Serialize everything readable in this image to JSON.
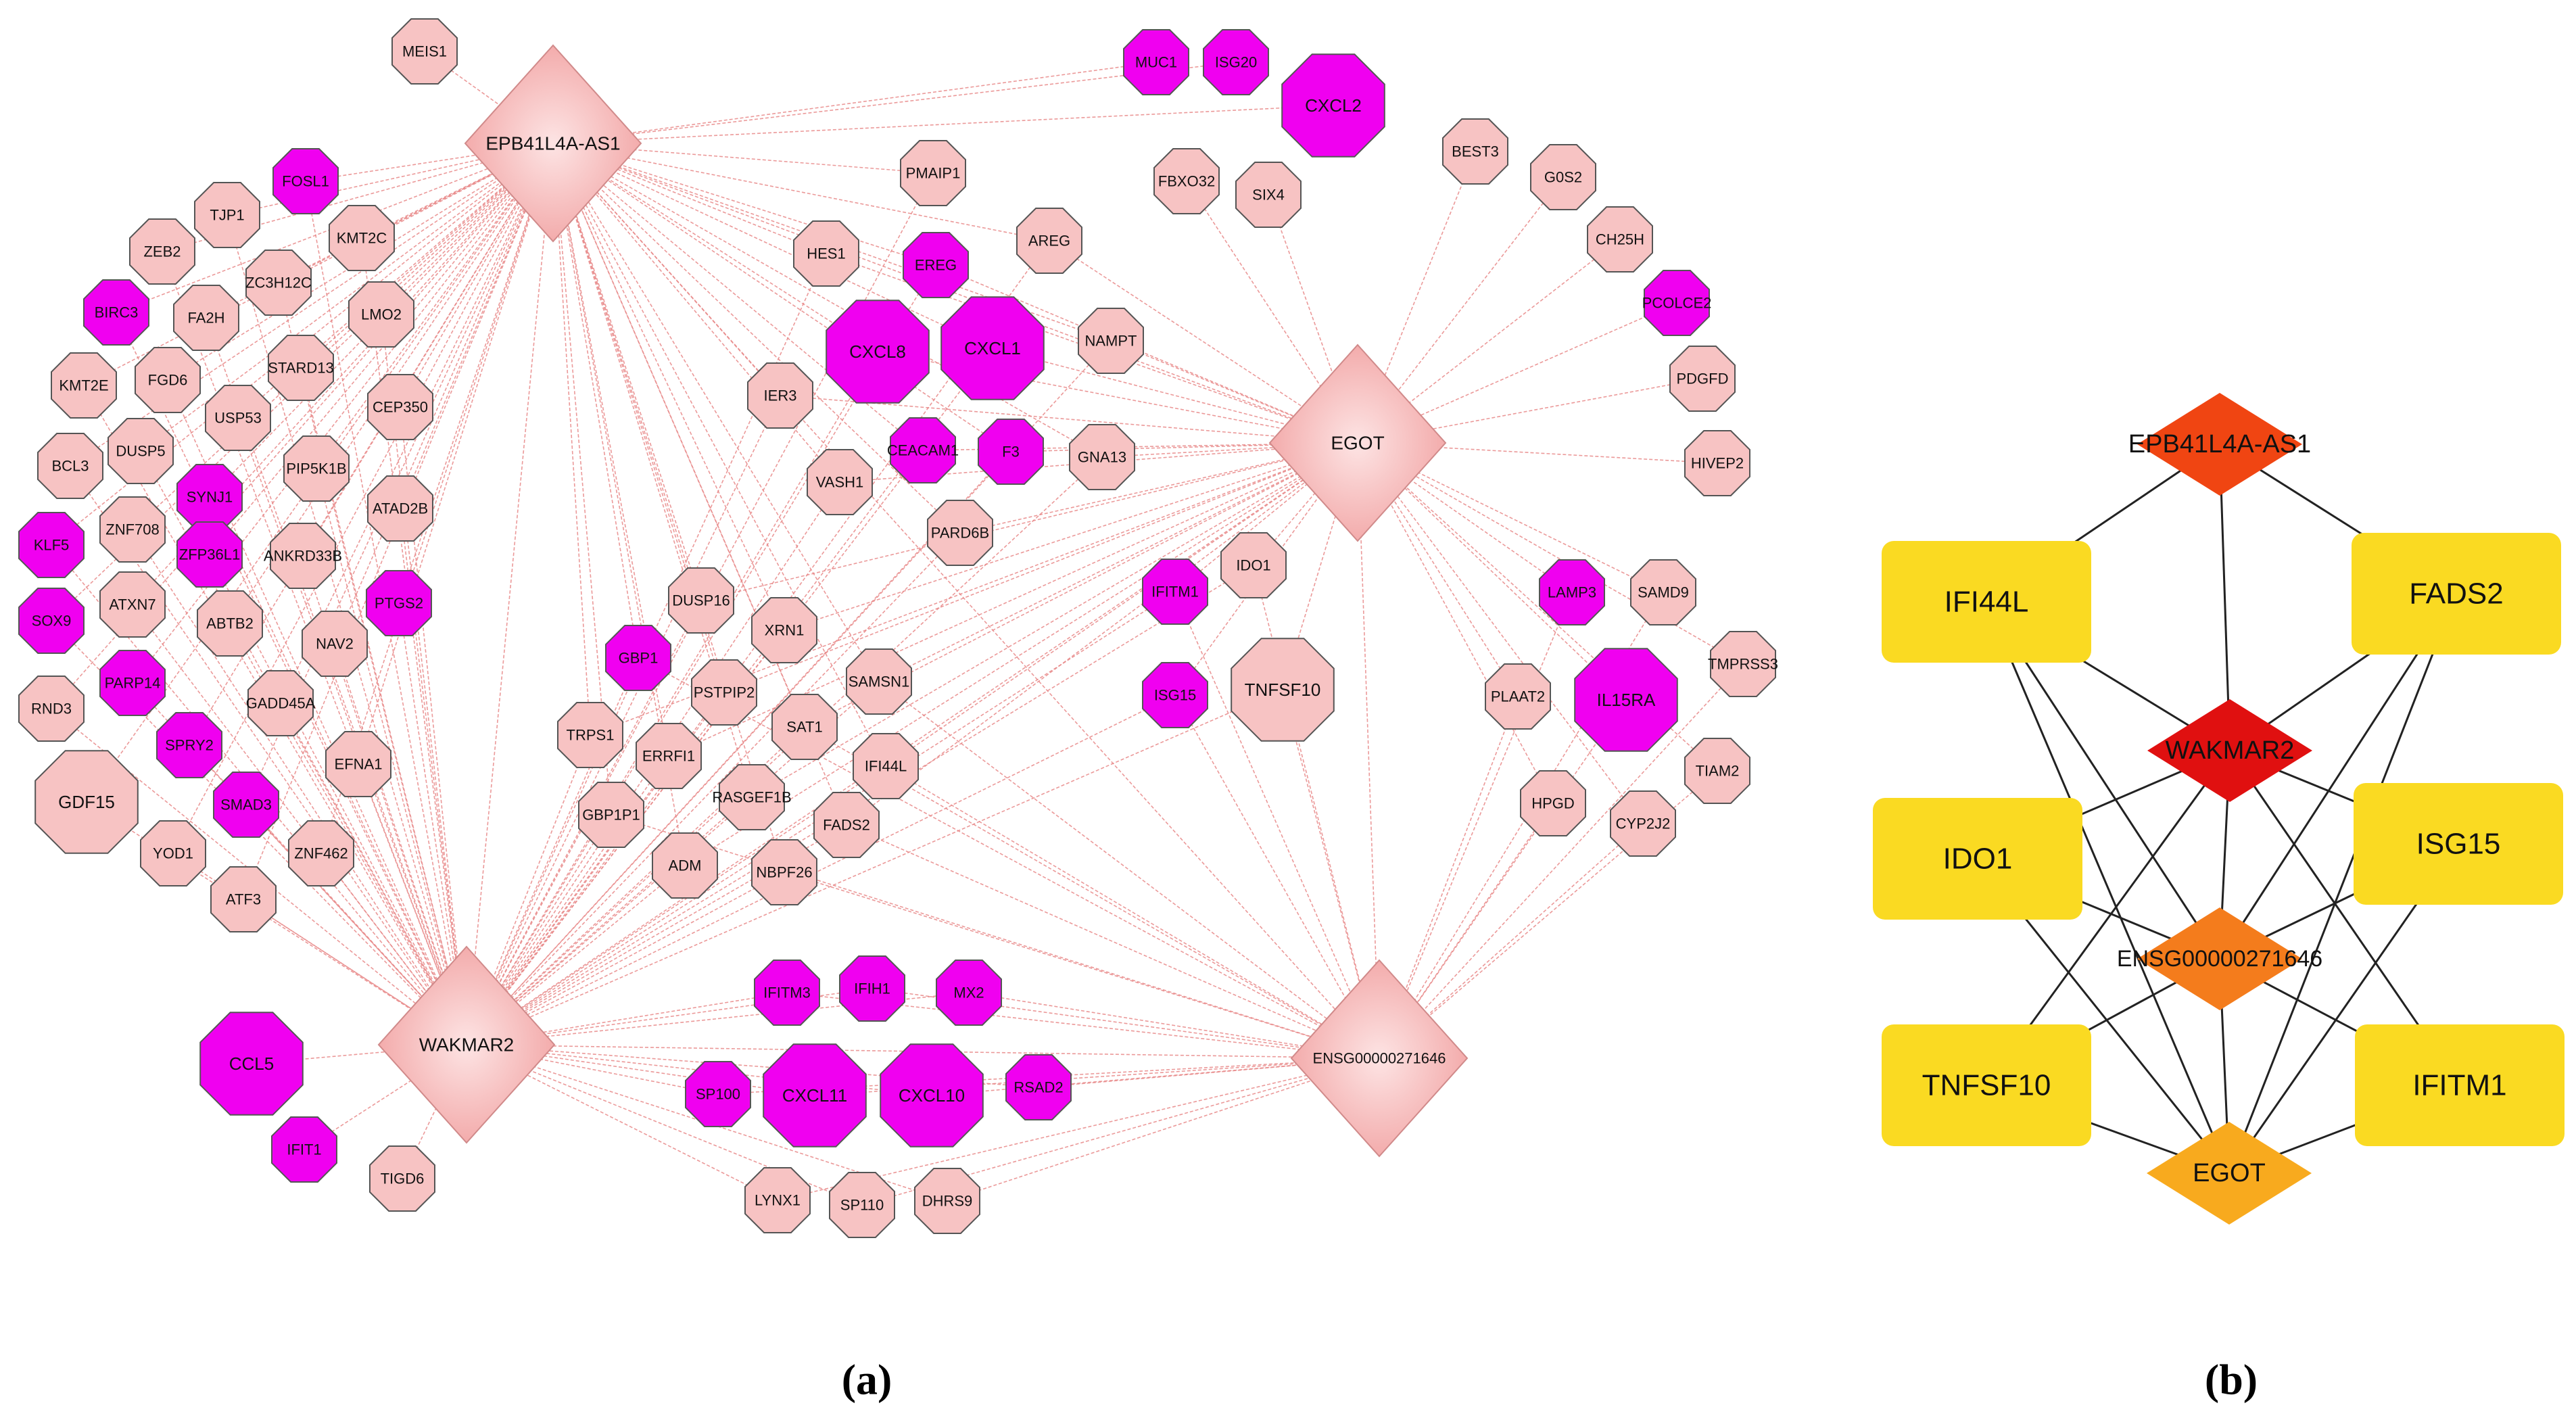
{
  "colors": {
    "pink": "#f7c3c3",
    "magenta": "#f000f0",
    "node_stroke": "#555555",
    "edge_a": "#e88888",
    "edge_b": "#222222",
    "hub_light": "#fde4e4",
    "hub_dark": "#f2a6a6",
    "yellow": "#fada22",
    "red_dark": "#e01010",
    "red_orange": "#f04512",
    "orange": "#f47c1c",
    "orange_light": "#f8aa1e"
  },
  "panel_a": {
    "label": "(a)",
    "hubs": [
      {
        "id": "EPB41L4A-AS1",
        "label": "EPB41L4A-AS1"
      },
      {
        "id": "WAKMAR2",
        "label": "WAKMAR2"
      },
      {
        "id": "EGOT",
        "label": "EGOT"
      },
      {
        "id": "ENSG00000271646",
        "label": "ENSG00000271646"
      }
    ],
    "nodes": [
      {
        "label": "MEIS1",
        "color": "pink",
        "hubs": [
          "EPB41L4A-AS1"
        ]
      },
      {
        "label": "FOSL1",
        "color": "magenta",
        "hubs": [
          "EPB41L4A-AS1",
          "WAKMAR2"
        ]
      },
      {
        "label": "TJP1",
        "color": "pink",
        "hubs": [
          "EPB41L4A-AS1",
          "WAKMAR2"
        ]
      },
      {
        "label": "ZEB2",
        "color": "pink",
        "hubs": [
          "EPB41L4A-AS1",
          "WAKMAR2"
        ]
      },
      {
        "label": "KMT2C",
        "color": "pink",
        "hubs": [
          "EPB41L4A-AS1",
          "WAKMAR2"
        ]
      },
      {
        "label": "ZC3H12C",
        "color": "pink",
        "hubs": [
          "EPB41L4A-AS1",
          "WAKMAR2"
        ]
      },
      {
        "label": "BIRC3",
        "color": "magenta",
        "hubs": [
          "EPB41L4A-AS1",
          "WAKMAR2"
        ]
      },
      {
        "label": "FA2H",
        "color": "pink",
        "hubs": [
          "EPB41L4A-AS1",
          "WAKMAR2"
        ]
      },
      {
        "label": "LMO2",
        "color": "pink",
        "hubs": [
          "EPB41L4A-AS1",
          "WAKMAR2"
        ]
      },
      {
        "label": "STARD13",
        "color": "pink",
        "hubs": [
          "EPB41L4A-AS1",
          "WAKMAR2"
        ]
      },
      {
        "label": "KMT2E",
        "color": "pink",
        "hubs": [
          "EPB41L4A-AS1",
          "WAKMAR2"
        ]
      },
      {
        "label": "FGD6",
        "color": "pink",
        "hubs": [
          "EPB41L4A-AS1",
          "WAKMAR2"
        ]
      },
      {
        "label": "CEP350",
        "color": "pink",
        "hubs": [
          "EPB41L4A-AS1",
          "WAKMAR2"
        ]
      },
      {
        "label": "USP53",
        "color": "pink",
        "hubs": [
          "EPB41L4A-AS1",
          "WAKMAR2"
        ]
      },
      {
        "label": "BCL3",
        "color": "pink",
        "hubs": [
          "EPB41L4A-AS1",
          "WAKMAR2"
        ]
      },
      {
        "label": "DUSP5",
        "color": "pink",
        "hubs": [
          "EPB41L4A-AS1",
          "WAKMAR2"
        ]
      },
      {
        "label": "PIP5K1B",
        "color": "pink",
        "hubs": [
          "EPB41L4A-AS1",
          "WAKMAR2"
        ]
      },
      {
        "label": "SYNJ1",
        "color": "magenta",
        "hubs": [
          "EPB41L4A-AS1",
          "WAKMAR2"
        ]
      },
      {
        "label": "ATAD2B",
        "color": "pink",
        "hubs": [
          "EPB41L4A-AS1",
          "WAKMAR2"
        ]
      },
      {
        "label": "KLF5",
        "color": "magenta",
        "hubs": [
          "EPB41L4A-AS1",
          "WAKMAR2"
        ]
      },
      {
        "label": "ZNF708",
        "color": "pink",
        "hubs": [
          "EPB41L4A-AS1",
          "WAKMAR2"
        ]
      },
      {
        "label": "ANKRD33B",
        "color": "pink",
        "hubs": [
          "EPB41L4A-AS1",
          "WAKMAR2"
        ]
      },
      {
        "label": "ZFP36L1",
        "color": "magenta",
        "hubs": [
          "EPB41L4A-AS1",
          "WAKMAR2"
        ]
      },
      {
        "label": "PTGS2",
        "color": "magenta",
        "hubs": [
          "EPB41L4A-AS1",
          "WAKMAR2"
        ]
      },
      {
        "label": "SOX9",
        "color": "magenta",
        "hubs": [
          "EPB41L4A-AS1",
          "WAKMAR2"
        ]
      },
      {
        "label": "ATXN7",
        "color": "pink",
        "hubs": [
          "EPB41L4A-AS1",
          "WAKMAR2"
        ]
      },
      {
        "label": "NAV2",
        "color": "pink",
        "hubs": [
          "EPB41L4A-AS1",
          "WAKMAR2"
        ]
      },
      {
        "label": "ABTB2",
        "color": "pink",
        "hubs": [
          "EPB41L4A-AS1",
          "WAKMAR2"
        ]
      },
      {
        "label": "PARP14",
        "color": "magenta",
        "hubs": [
          "EPB41L4A-AS1",
          "WAKMAR2"
        ]
      },
      {
        "label": "RND3",
        "color": "pink",
        "hubs": [
          "EPB41L4A-AS1",
          "WAKMAR2"
        ]
      },
      {
        "label": "GADD45A",
        "color": "pink",
        "hubs": [
          "EPB41L4A-AS1",
          "WAKMAR2"
        ]
      },
      {
        "label": "SPRY2",
        "color": "magenta",
        "hubs": [
          "EPB41L4A-AS1",
          "WAKMAR2"
        ]
      },
      {
        "label": "EFNA1",
        "color": "pink",
        "hubs": [
          "EPB41L4A-AS1",
          "WAKMAR2"
        ]
      },
      {
        "label": "GDF15",
        "color": "pink",
        "hubs": [
          "EPB41L4A-AS1",
          "WAKMAR2"
        ]
      },
      {
        "label": "SMAD3",
        "color": "magenta",
        "hubs": [
          "EPB41L4A-AS1",
          "WAKMAR2"
        ]
      },
      {
        "label": "YOD1",
        "color": "pink",
        "hubs": [
          "EPB41L4A-AS1",
          "WAKMAR2"
        ]
      },
      {
        "label": "ZNF462",
        "color": "pink",
        "hubs": [
          "EPB41L4A-AS1",
          "WAKMAR2"
        ]
      },
      {
        "label": "ATF3",
        "color": "pink",
        "hubs": [
          "EPB41L4A-AS1",
          "WAKMAR2"
        ]
      },
      {
        "label": "CCL5",
        "color": "magenta",
        "hubs": [
          "WAKMAR2"
        ]
      },
      {
        "label": "IFIT1",
        "color": "magenta",
        "hubs": [
          "WAKMAR2"
        ]
      },
      {
        "label": "TIGD6",
        "color": "pink",
        "hubs": [
          "WAKMAR2"
        ]
      },
      {
        "label": "MUC1",
        "color": "magenta",
        "hubs": [
          "EPB41L4A-AS1"
        ]
      },
      {
        "label": "ISG20",
        "color": "magenta",
        "hubs": [
          "EPB41L4A-AS1"
        ]
      },
      {
        "label": "CXCL2",
        "color": "magenta",
        "hubs": [
          "EPB41L4A-AS1"
        ]
      },
      {
        "label": "PMAIP1",
        "color": "pink",
        "hubs": [
          "EPB41L4A-AS1",
          "WAKMAR2"
        ]
      },
      {
        "label": "FBXO32",
        "color": "pink",
        "hubs": [
          "EGOT"
        ]
      },
      {
        "label": "SIX4",
        "color": "pink",
        "hubs": [
          "EGOT"
        ]
      },
      {
        "label": "HES1",
        "color": "pink",
        "hubs": [
          "EPB41L4A-AS1",
          "WAKMAR2",
          "EGOT"
        ]
      },
      {
        "label": "EREG",
        "color": "magenta",
        "hubs": [
          "EPB41L4A-AS1",
          "WAKMAR2",
          "EGOT"
        ]
      },
      {
        "label": "AREG",
        "color": "pink",
        "hubs": [
          "EPB41L4A-AS1",
          "WAKMAR2",
          "EGOT"
        ]
      },
      {
        "label": "CXCL8",
        "color": "magenta",
        "hubs": [
          "EPB41L4A-AS1",
          "WAKMAR2",
          "EGOT"
        ]
      },
      {
        "label": "CXCL1",
        "color": "magenta",
        "hubs": [
          "EPB41L4A-AS1",
          "WAKMAR2",
          "EGOT"
        ]
      },
      {
        "label": "NAMPT",
        "color": "pink",
        "hubs": [
          "EPB41L4A-AS1",
          "WAKMAR2",
          "EGOT"
        ]
      },
      {
        "label": "IER3",
        "color": "pink",
        "hubs": [
          "EPB41L4A-AS1",
          "WAKMAR2",
          "EGOT"
        ]
      },
      {
        "label": "CEACAM1",
        "color": "magenta",
        "hubs": [
          "EPB41L4A-AS1",
          "WAKMAR2",
          "EGOT"
        ]
      },
      {
        "label": "F3",
        "color": "magenta",
        "hubs": [
          "EPB41L4A-AS1",
          "WAKMAR2",
          "EGOT"
        ]
      },
      {
        "label": "GNA13",
        "color": "pink",
        "hubs": [
          "EPB41L4A-AS1",
          "WAKMAR2",
          "EGOT"
        ]
      },
      {
        "label": "VASH1",
        "color": "pink",
        "hubs": [
          "EPB41L4A-AS1",
          "WAKMAR2",
          "EGOT"
        ]
      },
      {
        "label": "PARD6B",
        "color": "pink",
        "hubs": [
          "EPB41L4A-AS1",
          "WAKMAR2",
          "EGOT"
        ]
      },
      {
        "label": "DUSP16",
        "color": "pink",
        "hubs": [
          "EPB41L4A-AS1",
          "WAKMAR2",
          "EGOT"
        ]
      },
      {
        "label": "XRN1",
        "color": "pink",
        "hubs": [
          "EPB41L4A-AS1",
          "WAKMAR2",
          "EGOT"
        ]
      },
      {
        "label": "GBP1",
        "color": "magenta",
        "hubs": [
          "EPB41L4A-AS1",
          "WAKMAR2",
          "ENSG00000271646"
        ]
      },
      {
        "label": "PSTPIP2",
        "color": "pink",
        "hubs": [
          "EPB41L4A-AS1",
          "WAKMAR2",
          "EGOT"
        ]
      },
      {
        "label": "SAMSN1",
        "color": "pink",
        "hubs": [
          "EPB41L4A-AS1",
          "WAKMAR2",
          "EGOT",
          "ENSG00000271646"
        ]
      },
      {
        "label": "TRPS1",
        "color": "pink",
        "hubs": [
          "EPB41L4A-AS1",
          "WAKMAR2",
          "EGOT"
        ]
      },
      {
        "label": "ERRFI1",
        "color": "pink",
        "hubs": [
          "EPB41L4A-AS1",
          "WAKMAR2",
          "EGOT"
        ]
      },
      {
        "label": "SAT1",
        "color": "pink",
        "hubs": [
          "EPB41L4A-AS1",
          "WAKMAR2",
          "EGOT",
          "ENSG00000271646"
        ]
      },
      {
        "label": "IFI44L",
        "color": "pink",
        "hubs": [
          "EPB41L4A-AS1",
          "WAKMAR2",
          "EGOT",
          "ENSG00000271646"
        ]
      },
      {
        "label": "GBP1P1",
        "color": "pink",
        "hubs": [
          "EPB41L4A-AS1",
          "WAKMAR2",
          "ENSG00000271646"
        ]
      },
      {
        "label": "RASGEF1B",
        "color": "pink",
        "hubs": [
          "EPB41L4A-AS1",
          "WAKMAR2",
          "EGOT"
        ]
      },
      {
        "label": "FADS2",
        "color": "pink",
        "hubs": [
          "EPB41L4A-AS1",
          "WAKMAR2",
          "EGOT",
          "ENSG00000271646"
        ]
      },
      {
        "label": "ADM",
        "color": "pink",
        "hubs": [
          "EPB41L4A-AS1",
          "WAKMAR2",
          "EGOT"
        ]
      },
      {
        "label": "NBPF26",
        "color": "pink",
        "hubs": [
          "EPB41L4A-AS1",
          "WAKMAR2",
          "ENSG00000271646"
        ]
      },
      {
        "label": "IDO1",
        "color": "pink",
        "hubs": [
          "WAKMAR2",
          "EGOT",
          "ENSG00000271646"
        ]
      },
      {
        "label": "IFITM1",
        "color": "magenta",
        "hubs": [
          "WAKMAR2",
          "EGOT",
          "ENSG00000271646"
        ]
      },
      {
        "label": "ISG15",
        "color": "magenta",
        "hubs": [
          "WAKMAR2",
          "EGOT",
          "ENSG00000271646"
        ]
      },
      {
        "label": "TNFSF10",
        "color": "pink",
        "hubs": [
          "WAKMAR2",
          "EGOT",
          "ENSG00000271646"
        ]
      },
      {
        "label": "BEST3",
        "color": "pink",
        "hubs": [
          "EGOT"
        ]
      },
      {
        "label": "G0S2",
        "color": "pink",
        "hubs": [
          "EGOT"
        ]
      },
      {
        "label": "CH25H",
        "color": "pink",
        "hubs": [
          "EGOT"
        ]
      },
      {
        "label": "PCOLCE2",
        "color": "magenta",
        "hubs": [
          "EGOT"
        ]
      },
      {
        "label": "PDGFD",
        "color": "pink",
        "hubs": [
          "EGOT"
        ]
      },
      {
        "label": "HIVEP2",
        "color": "pink",
        "hubs": [
          "EGOT"
        ]
      },
      {
        "label": "LAMP3",
        "color": "magenta",
        "hubs": [
          "EGOT",
          "ENSG00000271646"
        ]
      },
      {
        "label": "SAMD9",
        "color": "pink",
        "hubs": [
          "EGOT",
          "ENSG00000271646"
        ]
      },
      {
        "label": "TMPRSS3",
        "color": "pink",
        "hubs": [
          "EGOT",
          "ENSG00000271646"
        ]
      },
      {
        "label": "PLAAT2",
        "color": "pink",
        "hubs": [
          "EGOT",
          "ENSG00000271646"
        ]
      },
      {
        "label": "IL15RA",
        "color": "magenta",
        "hubs": [
          "EGOT",
          "ENSG00000271646"
        ]
      },
      {
        "label": "TIAM2",
        "color": "pink",
        "hubs": [
          "EGOT",
          "ENSG00000271646"
        ]
      },
      {
        "label": "HPGD",
        "color": "pink",
        "hubs": [
          "EGOT",
          "ENSG00000271646"
        ]
      },
      {
        "label": "CYP2J2",
        "color": "pink",
        "hubs": [
          "EGOT",
          "ENSG00000271646"
        ]
      },
      {
        "label": "IFITM3",
        "color": "magenta",
        "hubs": [
          "WAKMAR2",
          "ENSG00000271646"
        ]
      },
      {
        "label": "IFIH1",
        "color": "magenta",
        "hubs": [
          "WAKMAR2",
          "ENSG00000271646"
        ]
      },
      {
        "label": "MX2",
        "color": "magenta",
        "hubs": [
          "WAKMAR2",
          "ENSG00000271646"
        ]
      },
      {
        "label": "SP100",
        "color": "magenta",
        "hubs": [
          "WAKMAR2",
          "ENSG00000271646"
        ]
      },
      {
        "label": "CXCL11",
        "color": "magenta",
        "hubs": [
          "WAKMAR2",
          "ENSG00000271646"
        ]
      },
      {
        "label": "CXCL10",
        "color": "magenta",
        "hubs": [
          "WAKMAR2",
          "ENSG00000271646"
        ]
      },
      {
        "label": "RSAD2",
        "color": "magenta",
        "hubs": [
          "WAKMAR2",
          "ENSG00000271646"
        ]
      },
      {
        "label": "LYNX1",
        "color": "pink",
        "hubs": [
          "WAKMAR2",
          "ENSG00000271646"
        ]
      },
      {
        "label": "SP110",
        "color": "pink",
        "hubs": [
          "WAKMAR2",
          "ENSG00000271646"
        ]
      },
      {
        "label": "DHRS9",
        "color": "pink",
        "hubs": [
          "WAKMAR2",
          "ENSG00000271646"
        ]
      }
    ]
  },
  "panel_b": {
    "label": "(b)",
    "hubs": [
      {
        "id": "EPB41L4A-AS1",
        "label": "EPB41L4A-AS1",
        "color": "red_orange"
      },
      {
        "id": "WAKMAR2",
        "label": "WAKMAR2",
        "color": "red_dark"
      },
      {
        "id": "ENSG00000271646",
        "label": "ENSG00000271646",
        "color": "orange"
      },
      {
        "id": "EGOT",
        "label": "EGOT",
        "color": "orange_light"
      }
    ],
    "genes": [
      {
        "label": "IFI44L",
        "color": "yellow"
      },
      {
        "label": "FADS2",
        "color": "yellow"
      },
      {
        "label": "IDO1",
        "color": "yellow"
      },
      {
        "label": "ISG15",
        "color": "yellow"
      },
      {
        "label": "TNFSF10",
        "color": "yellow"
      },
      {
        "label": "IFITM1",
        "color": "yellow"
      }
    ],
    "edges": [
      [
        "EPB41L4A-AS1",
        "IFI44L"
      ],
      [
        "EPB41L4A-AS1",
        "FADS2"
      ],
      [
        "EPB41L4A-AS1",
        "WAKMAR2"
      ],
      [
        "IFI44L",
        "WAKMAR2"
      ],
      [
        "FADS2",
        "WAKMAR2"
      ],
      [
        "IFI44L",
        "ENSG00000271646"
      ],
      [
        "FADS2",
        "ENSG00000271646"
      ],
      [
        "IFI44L",
        "EGOT"
      ],
      [
        "FADS2",
        "EGOT"
      ],
      [
        "WAKMAR2",
        "IDO1"
      ],
      [
        "WAKMAR2",
        "ISG15"
      ],
      [
        "WAKMAR2",
        "TNFSF10"
      ],
      [
        "WAKMAR2",
        "IFITM1"
      ],
      [
        "WAKMAR2",
        "ENSG00000271646"
      ],
      [
        "IDO1",
        "ENSG00000271646"
      ],
      [
        "ISG15",
        "ENSG00000271646"
      ],
      [
        "IDO1",
        "EGOT"
      ],
      [
        "ISG15",
        "EGOT"
      ],
      [
        "ENSG00000271646",
        "TNFSF10"
      ],
      [
        "ENSG00000271646",
        "IFITM1"
      ],
      [
        "ENSG00000271646",
        "EGOT"
      ],
      [
        "TNFSF10",
        "EGOT"
      ],
      [
        "IFITM1",
        "EGOT"
      ]
    ]
  }
}
